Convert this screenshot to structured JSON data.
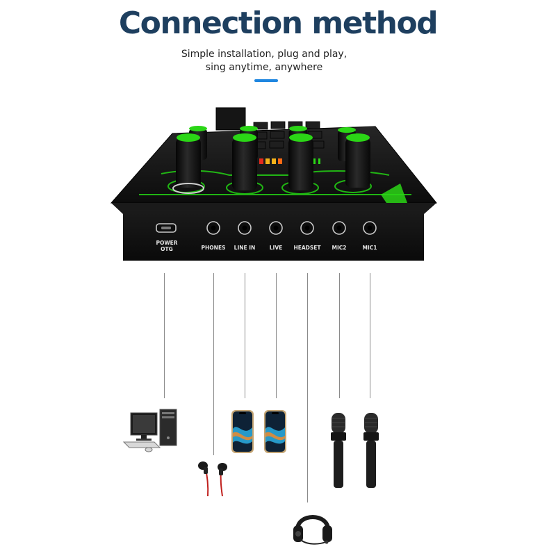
{
  "header": {
    "title": "Connection method",
    "subtitle_line1": "Simple installation, plug and play,",
    "subtitle_line2": "sing anytime, anywhere"
  },
  "colors": {
    "title": "#1e3f5f",
    "accent": "#1f86e0",
    "knob_green": "#2bd616",
    "device_body": "#111111"
  },
  "mixer": {
    "ports": [
      {
        "label": "POWER",
        "label2": "OTG",
        "type": "micro-usb-port"
      },
      {
        "label": "PHONES",
        "type": "audio-jack"
      },
      {
        "label": "LINE IN",
        "type": "audio-jack"
      },
      {
        "label": "LIVE",
        "type": "audio-jack"
      },
      {
        "label": "HEADSET",
        "type": "audio-jack"
      },
      {
        "label": "MIC2",
        "type": "audio-jack"
      },
      {
        "label": "MIC1",
        "type": "audio-jack"
      }
    ]
  },
  "devices": [
    {
      "icon": "desktop-computer-icon",
      "connects_to": "POWER OTG"
    },
    {
      "icon": "earphones-icon",
      "connects_to": "PHONES"
    },
    {
      "icon": "smartphone-icon",
      "connects_to": "LINE IN"
    },
    {
      "icon": "smartphone-icon",
      "connects_to": "LIVE"
    },
    {
      "icon": "headset-icon",
      "connects_to": "HEADSET"
    },
    {
      "icon": "microphone-icon",
      "connects_to": "MIC2"
    },
    {
      "icon": "microphone-icon",
      "connects_to": "MIC1"
    }
  ]
}
